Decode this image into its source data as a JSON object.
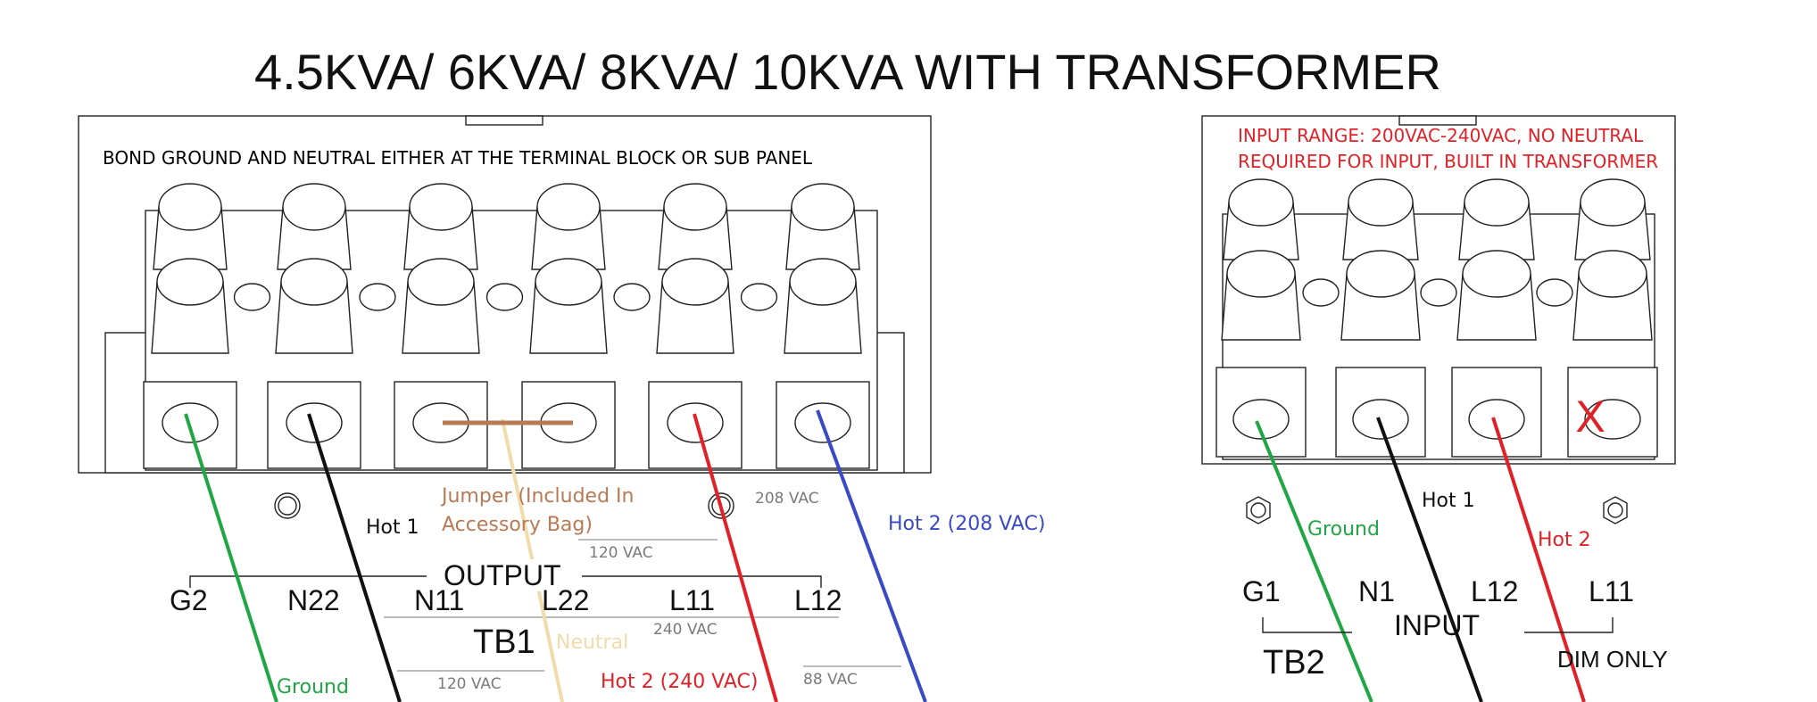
{
  "title": "4.5KVA/ 6KVA/ 8KVA/ 10KVA WITH TRANSFORMER",
  "colors": {
    "ground": "#21a645",
    "hot1": "#111111",
    "hot2_240": "#e02127",
    "hot2_208": "#3a49c4",
    "neutral": "#efdcaa",
    "jumper": "#b77a55",
    "note_green": "#21a645",
    "note_red": "#e02127",
    "x_mark": "#e02127"
  },
  "tb1": {
    "note": "BOND GROUND AND NEUTRAL EITHER AT THE TERMINAL BLOCK OR SUB PANEL",
    "terminals": [
      "G2",
      "N22",
      "N11",
      "L22",
      "L11",
      "L12"
    ],
    "group_label": "OUTPUT",
    "block_label": "TB1",
    "jumper_label_line1": "Jumper (Included In",
    "jumper_label_line2": "Accessory Bag)",
    "wire_labels": {
      "hot1": "Hot 1",
      "hot2_208": "Hot 2 (208 VAC)",
      "neutral": "Neutral",
      "ground": "Ground",
      "hot2_240": "Hot 2 (240 VAC)"
    },
    "voltages": {
      "v208": "208 VAC",
      "v120_top": "120 VAC",
      "v240": "240 VAC",
      "v120_bottom": "120 VAC",
      "v88": "88 VAC"
    }
  },
  "tb2": {
    "note_line1": "INPUT RANGE: 200VAC-240VAC, NO NEUTRAL",
    "note_line2": "REQUIRED FOR INPUT, BUILT IN TRANSFORMER",
    "terminals": [
      "G1",
      "N1",
      "L12",
      "L11"
    ],
    "group_label": "INPUT",
    "block_label": "TB2",
    "dim_only": "DIM ONLY",
    "x_mark": "X",
    "wire_labels": {
      "hot1": "Hot 1",
      "ground": "Ground",
      "hot2": "Hot 2"
    }
  }
}
